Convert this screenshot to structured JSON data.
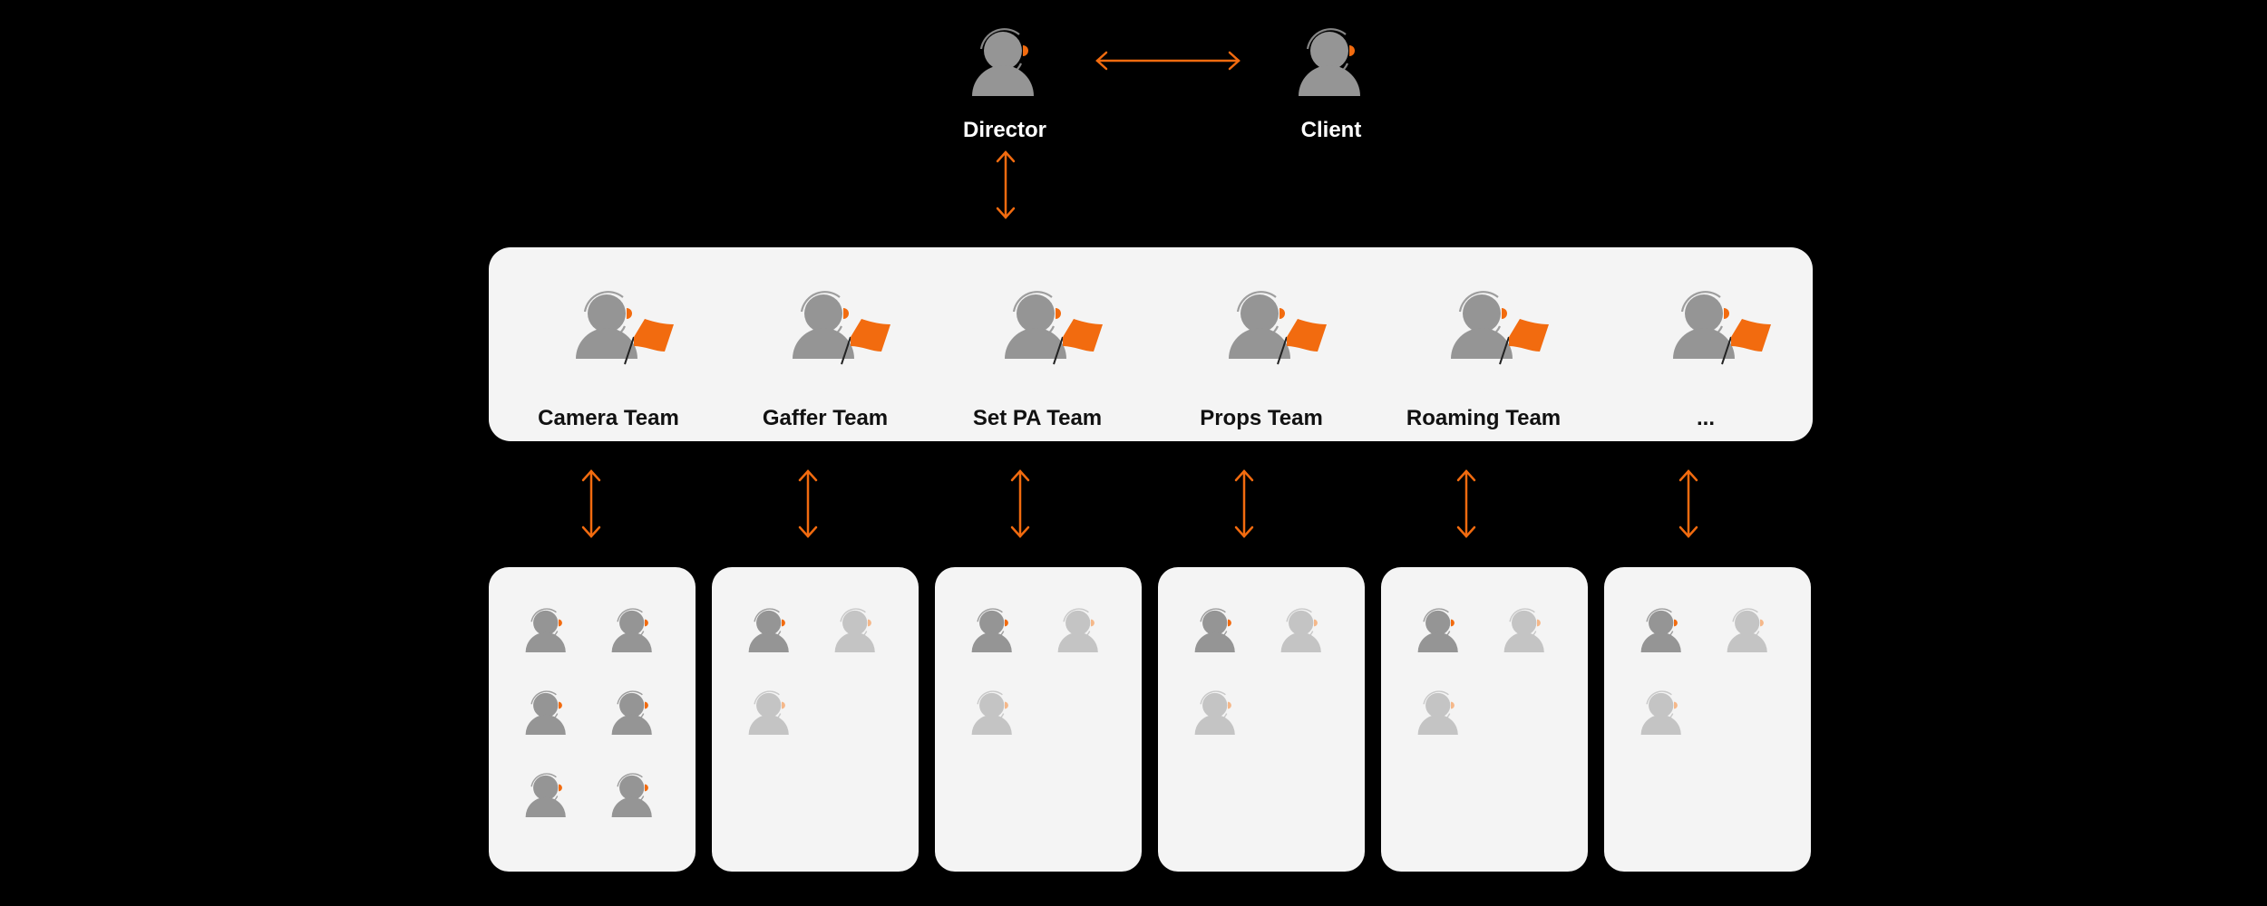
{
  "colors": {
    "accent": "#f26b0f",
    "person_active": "#959595",
    "person_faded": "#c4c4c4",
    "panel_bg": "#f4f4f4",
    "background": "#000000"
  },
  "top": {
    "director": {
      "label": "Director",
      "icon": "person-headset-icon"
    },
    "client": {
      "label": "Client",
      "icon": "person-headset-icon"
    }
  },
  "teams": [
    {
      "label": "Camera Team",
      "icon": "team-lead-flag-icon",
      "members_active": 6,
      "members_faded": 0
    },
    {
      "label": "Gaffer Team",
      "icon": "team-lead-flag-icon",
      "members_active": 1,
      "members_faded": 2
    },
    {
      "label": "Set PA Team",
      "icon": "team-lead-flag-icon",
      "members_active": 1,
      "members_faded": 2
    },
    {
      "label": "Props Team",
      "icon": "team-lead-flag-icon",
      "members_active": 1,
      "members_faded": 2
    },
    {
      "label": "Roaming Team",
      "icon": "team-lead-flag-icon",
      "members_active": 1,
      "members_faded": 2
    },
    {
      "label": "...",
      "icon": "team-lead-flag-icon",
      "members_active": 1,
      "members_faded": 2
    }
  ]
}
